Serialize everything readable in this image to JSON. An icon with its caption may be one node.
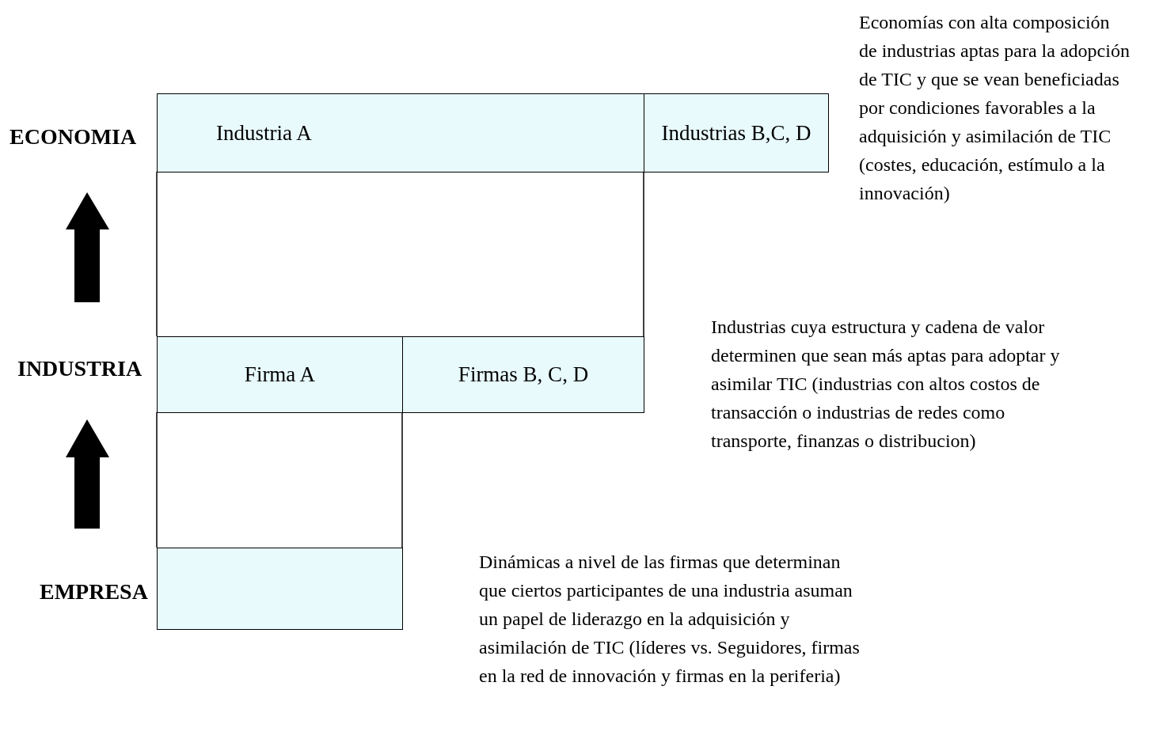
{
  "diagram": {
    "nodes": [
      {
        "text": [
          "Industria A"
        ]
      },
      {
        "text": [
          "Industrias B,C, D"
        ]
      },
      {
        "text": [
          "Firma A"
        ]
      },
      {
        "text": [
          "Firmas B, C, D"
        ]
      },
      {
        "text": [],
        "shape": "box"
      }
    ],
    "labels": [
      "ECONOMIA",
      "INDUSTRIA",
      "EMPRESA",
      "Economías con alta composición de industrias aptas para la adopción de TIC y que se vean beneficiadas por condiciones favorables a la adquisición y asimilación de TIC  (costes, educación, estímulo a la innovación)",
      "Industrias cuya estructura y cadena de valor determinen que sean más aptas para adoptar y asimilar TIC  (industrias con altos costos de transacción o industrias de redes como transporte, finanzas o distribucion)",
      "Dinámicas a nivel de las firmas que determinan que ciertos participantes de una industria asuman un papel de liderazgo en la adquisición y asimilación de TIC (líderes vs. Seguidores, firmas en la red de innovación y firmas en la periferia)"
    ]
  }
}
